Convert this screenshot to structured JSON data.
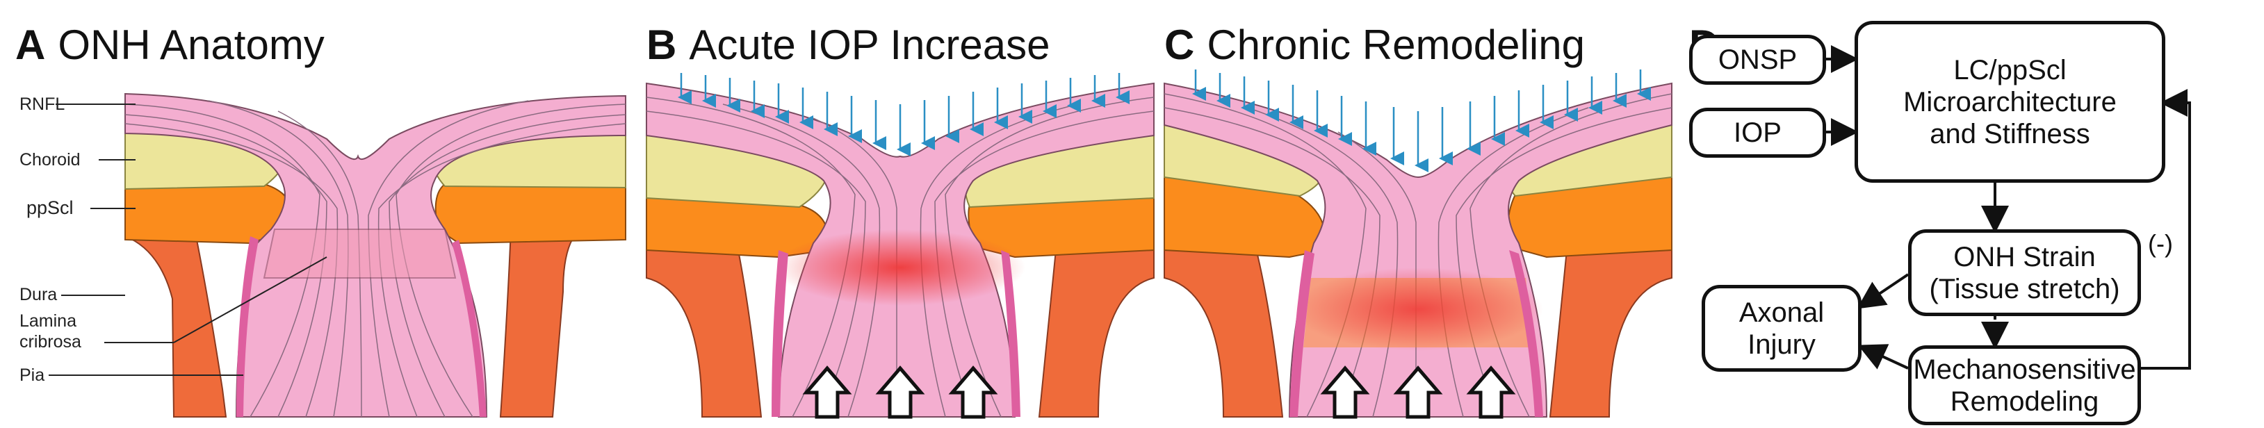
{
  "panels": {
    "a": {
      "letter": "A",
      "title": "ONH Anatomy"
    },
    "b": {
      "letter": "B",
      "title": "Acute IOP Increase"
    },
    "c": {
      "letter": "C",
      "title": "Chronic Remodeling"
    },
    "d": {
      "letter": "D"
    }
  },
  "labels": {
    "rnfl": "RNFL",
    "choroid": "Choroid",
    "ppscl": "ppScl",
    "dura": "Dura",
    "lamina_1": "Lamina",
    "lamina_2": "cribrosa",
    "pia": "Pia"
  },
  "flowchart": {
    "onsp": "ONSP",
    "iop": "IOP",
    "lc_1": "LC/ppScl",
    "lc_2": "Microarchitecture",
    "lc_3": "and Stiffness",
    "strain_1": "ONH Strain",
    "strain_2": "(Tissue stretch)",
    "axonal_1": "Axonal",
    "axonal_2": "Injury",
    "remodel_1": "Mechanosensitive",
    "remodel_2": "Remodeling",
    "feedback": "(-)"
  },
  "colors": {
    "rnfl": "#f4aed0",
    "choroid": "#ece59a",
    "sclera": "#fb8c1c",
    "dura": "#ef6b3a",
    "pia": "#de5f9f",
    "arrow_blue": "#2a8fc4",
    "strain_red": "#ee3a3a"
  }
}
